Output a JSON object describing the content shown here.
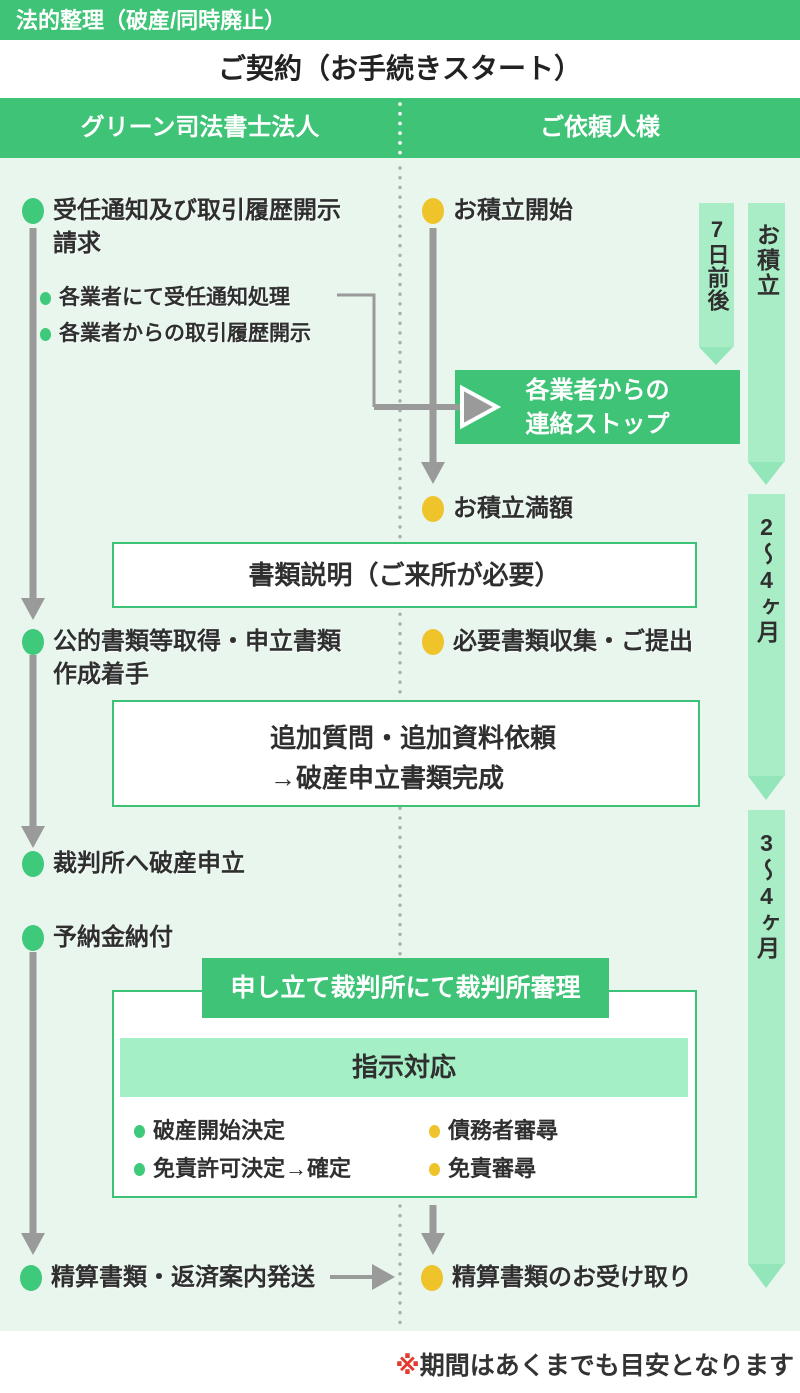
{
  "header": {
    "category": "法的整理（破産/同時廃止）",
    "start": "ご契約（お手続きスタート）",
    "left_column": "グリーン司法書士法人",
    "right_column": "ご依頼人様"
  },
  "steps": {
    "left1_line1": "受任通知及び取引履歴開示",
    "left1_line2": "請求",
    "left1_sub1": "各業者にて受任通知処理",
    "left1_sub2": "各業者からの取引履歴開示",
    "left2_line1": "公的書類等取得・申立書類",
    "left2_line2": "作成着手",
    "left3": "裁判所へ破産申立",
    "left4": "予納金納付",
    "left5": "精算書類・返済案内発送",
    "right1": "お積立開始",
    "right2": "お積立満額",
    "right3": "必要書類収集・ご提出",
    "right4": "精算書類のお受け取り"
  },
  "boxes": {
    "contact_stop_line1": "各業者からの",
    "contact_stop_line2": "連絡ストップ",
    "document_explain": "書類説明（ご来所が必要）",
    "additional_line1": "追加質問・追加資料依頼",
    "additional_line2": "→破産申立書類完成",
    "court_review": "申し立て裁判所にて裁判所審理",
    "instruction": "指示対応",
    "court_left1": "破産開始決定",
    "court_left2": "免責許可決定→確定",
    "court_right1": "債務者審尋",
    "court_right2": "免責審尋"
  },
  "timeline": {
    "days": "7日前後",
    "savings": "お積立",
    "period2": "2〜4ヶ月",
    "period3": "3〜4ヶ月"
  },
  "footer": {
    "mark": "※",
    "note": "期間はあくまでも目安となります"
  },
  "colors": {
    "green": "#3ec377",
    "band_green": "#a9edc6",
    "band_head_green": "#93e6b9",
    "instruction_green": "#a5efc6",
    "mint_bg": "#e8f6ee",
    "bullet_green": "#3ec97b",
    "bullet_yellow": "#efc42a",
    "line_gray": "#9a9a9a",
    "text": "#2f2f2f",
    "note_red": "#e23a2e"
  }
}
